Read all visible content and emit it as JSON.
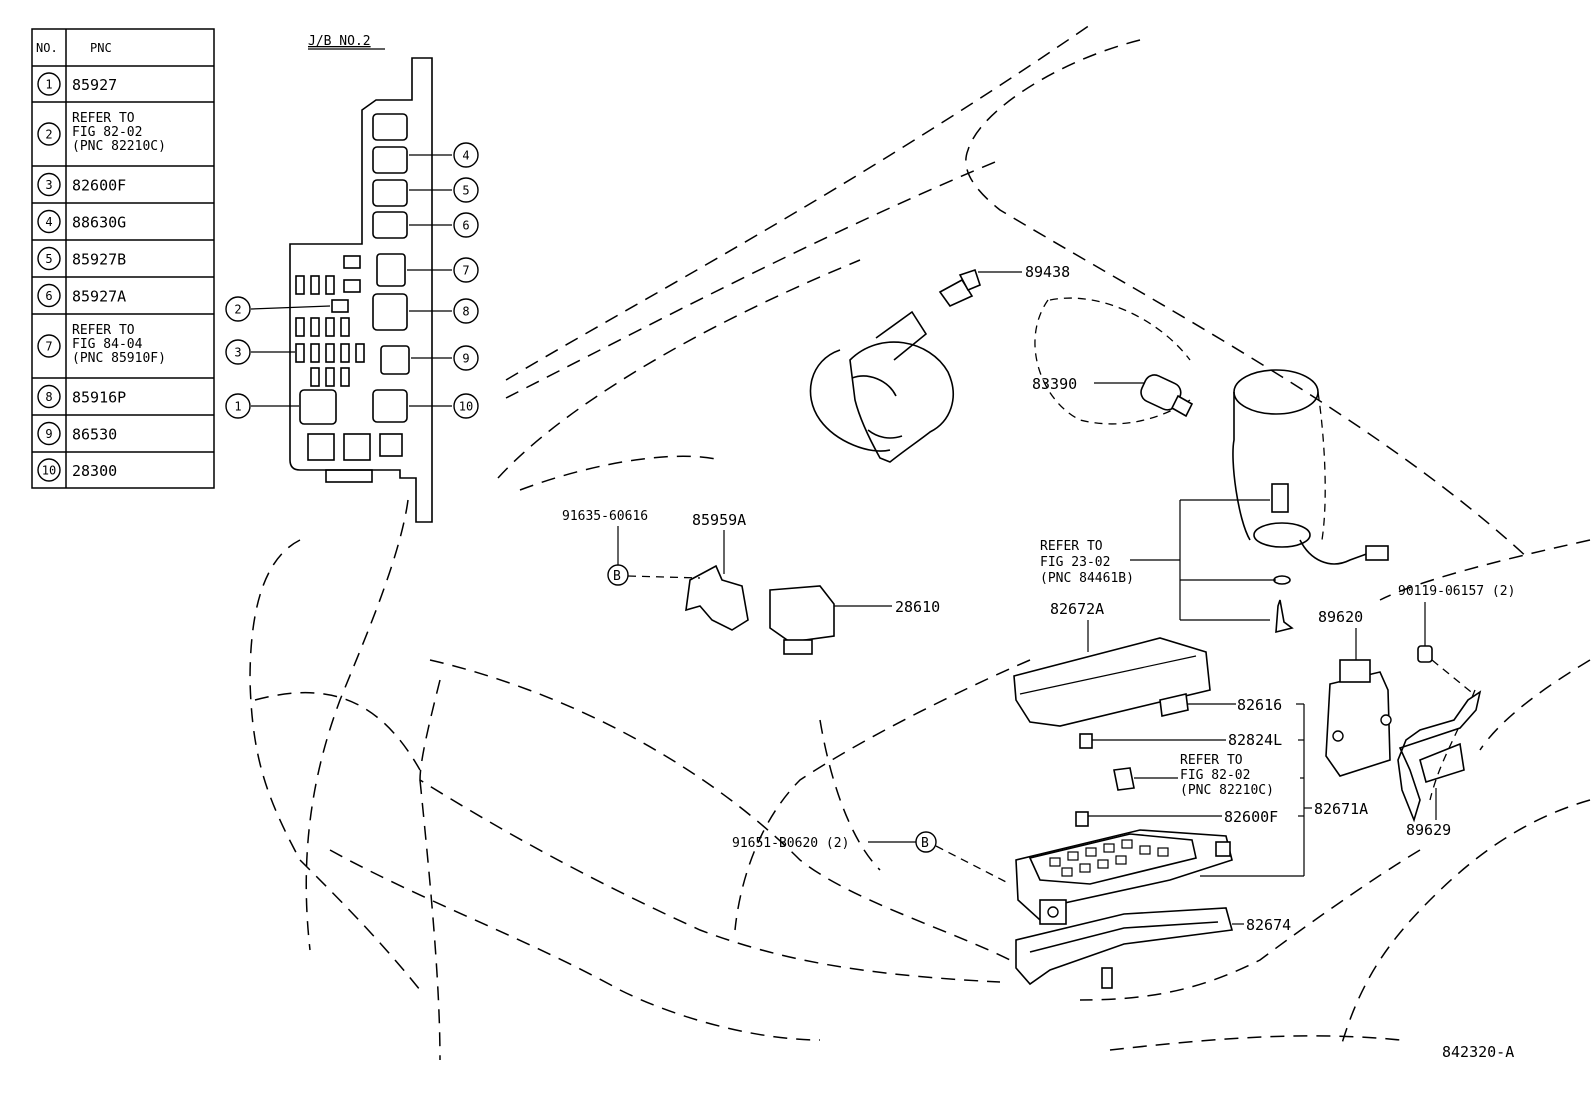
{
  "legend": {
    "header_no": "NO.",
    "header_pnc": "PNC",
    "rows": [
      {
        "no": "1",
        "pnc": [
          "85927"
        ]
      },
      {
        "no": "2",
        "pnc": [
          "REFER TO",
          "FIG 82-02",
          "(PNC 82210C)"
        ]
      },
      {
        "no": "3",
        "pnc": [
          "82600F"
        ]
      },
      {
        "no": "4",
        "pnc": [
          "88630G"
        ]
      },
      {
        "no": "5",
        "pnc": [
          "85927B"
        ]
      },
      {
        "no": "6",
        "pnc": [
          "85927A"
        ]
      },
      {
        "no": "7",
        "pnc": [
          "REFER TO",
          "FIG 84-04",
          "(PNC 85910F)"
        ]
      },
      {
        "no": "8",
        "pnc": [
          "85916P"
        ]
      },
      {
        "no": "9",
        "pnc": [
          "86530"
        ]
      },
      {
        "no": "10",
        "pnc": [
          "28300"
        ]
      }
    ]
  },
  "jb_title": "J/B NO.2",
  "jb_callouts": [
    "1",
    "2",
    "3",
    "4",
    "5",
    "6",
    "7",
    "8",
    "9",
    "10"
  ],
  "part_labels": {
    "p89438": "89438",
    "p83390": "83390",
    "p91635": "91635-60616",
    "p85959A": "85959A",
    "p28610": "28610",
    "refer23": [
      "REFER TO",
      "FIG 23-02",
      "(PNC 84461B)"
    ],
    "p82672A": "82672A",
    "p89620": "89620",
    "p90119": "90119-06157 (2)",
    "p82616": "82616",
    "p82824L": "82824L",
    "refer82": [
      "REFER TO",
      "FIG 82-02",
      "(PNC 82210C)"
    ],
    "p82671A": "82671A",
    "p82600F": "82600F",
    "p91651": "91651-B0620 (2)",
    "p89629": "89629",
    "p82674": "82674",
    "bolt_b": "B"
  },
  "figure_id": "842320-A"
}
